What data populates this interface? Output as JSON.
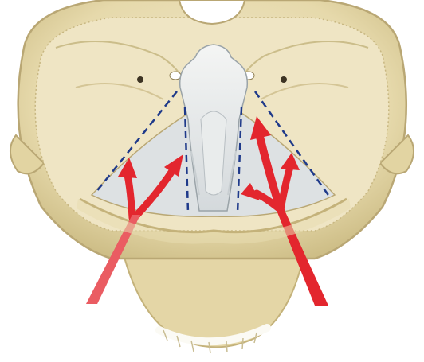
{
  "illustration": {
    "subject": "skull-base-posterior-view-surgical-corridors",
    "colors": {
      "bone": "#e8dcb0",
      "bone_light": "#f2ead0",
      "bone_dark": "#cbbd8a",
      "bone_shadow": "#b9a774",
      "dura_gray": "#dfe3e6",
      "dashed_line": "#1f3a8a",
      "arrow_red": "#e3262e",
      "background": "#ffffff"
    },
    "corridor_count": 4,
    "arrow_count": 2
  }
}
